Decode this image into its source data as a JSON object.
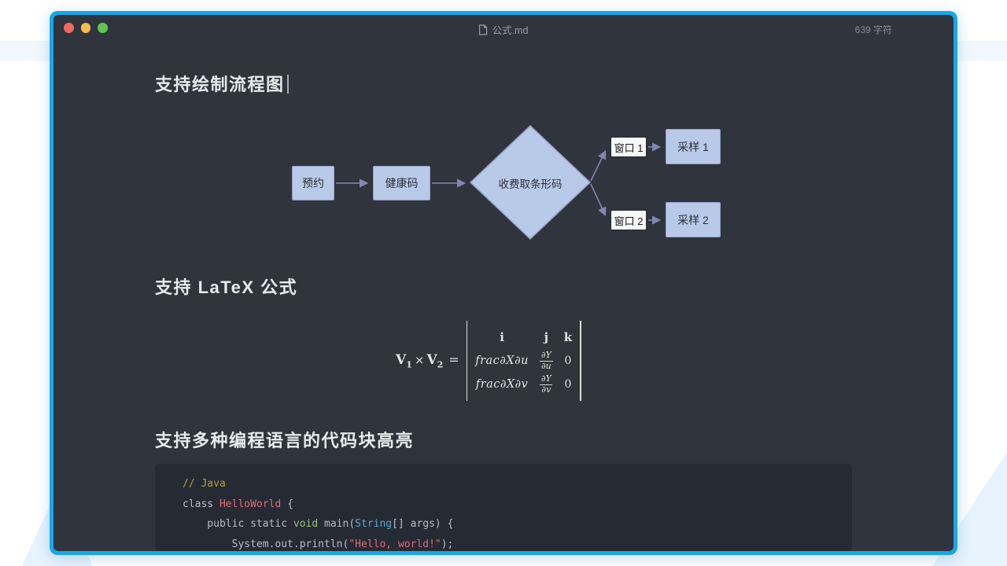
{
  "window": {
    "title": "公式.md",
    "char_count": "639 字符"
  },
  "document": {
    "heading_flowchart": "支持绘制流程图",
    "heading_latex": "支持 LaTeX 公式",
    "heading_code": "支持多种编程语言的代码块高亮"
  },
  "flowchart": {
    "start": "预约",
    "health_code": "健康码",
    "decision": "收费取条形码",
    "window1": "窗口 1",
    "window2": "窗口 2",
    "sample1": "采样 1",
    "sample2": "采样 2"
  },
  "formula": {
    "v1": "V",
    "sub1": "1",
    "times": "×",
    "v2": "V",
    "sub2": "2",
    "equals": "=",
    "matrix": {
      "r1": [
        "i",
        "j",
        "k"
      ],
      "r2c1": "frac∂X∂u",
      "r2c2_num": "∂Y",
      "r2c2_den": "∂u",
      "r2c3": "0",
      "r3c1": "frac∂X∂v",
      "r3c2_num": "∂Y",
      "r3c2_den": "∂v",
      "r3c3": "0"
    }
  },
  "code_block": {
    "lines": [
      {
        "tokens": [
          {
            "t": "// Java",
            "c": "comment"
          }
        ]
      },
      {
        "tokens": [
          {
            "t": "class ",
            "c": "plain"
          },
          {
            "t": "HelloWorld",
            "c": "name"
          },
          {
            "t": " {",
            "c": "plain"
          }
        ]
      },
      {
        "tokens": [
          {
            "t": "    public static ",
            "c": "plain"
          },
          {
            "t": "void",
            "c": "keyword"
          },
          {
            "t": " main(",
            "c": "plain"
          },
          {
            "t": "String",
            "c": "type"
          },
          {
            "t": "[] args) {",
            "c": "plain"
          }
        ]
      },
      {
        "tokens": [
          {
            "t": "        System.out.println(",
            "c": "plain"
          },
          {
            "t": "\"Hello, world!\"",
            "c": "string"
          },
          {
            "t": ");",
            "c": "plain"
          }
        ]
      }
    ]
  },
  "colors": {
    "frame": "#18a7e9",
    "window_bg": "#30343d",
    "titlebar_text": "#9aa0a8",
    "heading_text": "#e7eaee",
    "code_bg": "#262a33",
    "code_plain": "#b7bec9",
    "code_comment": "#b3a23f",
    "code_keyword": "#98c379",
    "code_type": "#56a8d4",
    "code_string": "#e06c75",
    "code_name": "#e06c75",
    "node_fill": "#b9c9e8",
    "node_border": "#95a1c9",
    "node_text": "#2c3038",
    "connector": "#8287b2",
    "traffic_red": "#ee6a5f",
    "traffic_yellow": "#f5bd4f",
    "traffic_green": "#61c554"
  }
}
